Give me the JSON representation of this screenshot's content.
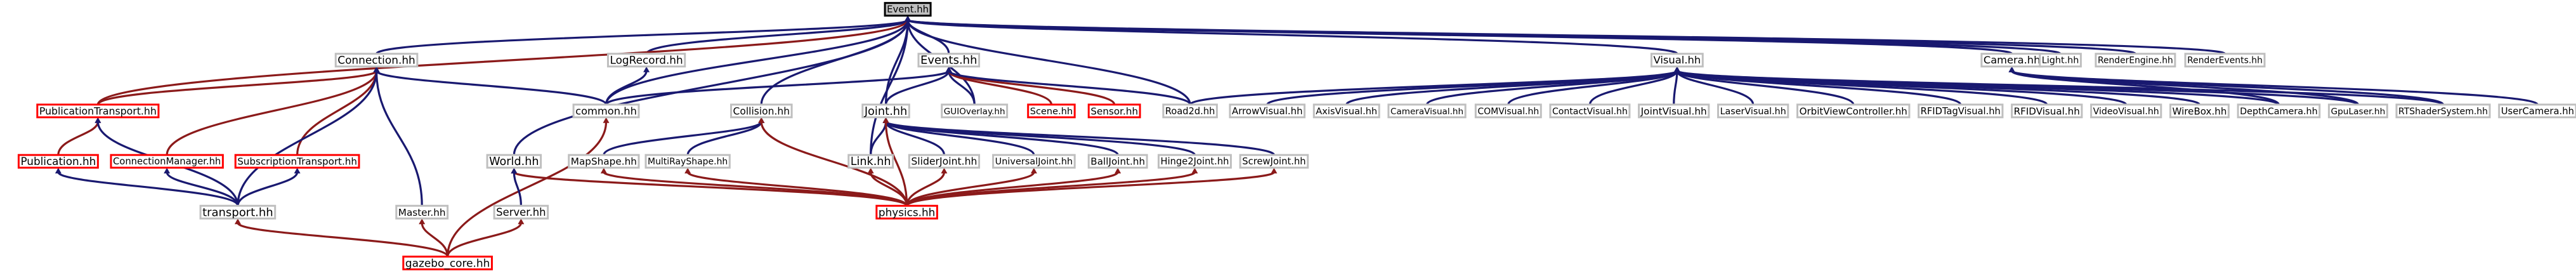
{
  "graph": {
    "root": "Event.hh",
    "colors": {
      "edge_default": "#191970",
      "edge_red": "#8b1a1a",
      "edge_green": "#006400",
      "node_red_border": "#ff0000",
      "node_border": "#bfbfbf",
      "root_fill": "#bfbfbf"
    },
    "nodes": [
      {
        "id": "Event",
        "label": "Event.hh",
        "type": "root"
      },
      {
        "id": "Connection",
        "label": "Connection.hh",
        "type": "normal"
      },
      {
        "id": "LogRecord",
        "label": "LogRecord.hh",
        "type": "normal"
      },
      {
        "id": "Events",
        "label": "Events.hh",
        "type": "normal"
      },
      {
        "id": "Visual",
        "label": "Visual.hh",
        "type": "normal"
      },
      {
        "id": "Camera",
        "label": "Camera.hh",
        "type": "normal"
      },
      {
        "id": "Light",
        "label": "Light.hh",
        "type": "normal"
      },
      {
        "id": "RenderEngine",
        "label": "RenderEngine.hh",
        "type": "normal"
      },
      {
        "id": "RenderEvents",
        "label": "RenderEvents.hh",
        "type": "normal"
      },
      {
        "id": "PublicationTransport",
        "label": "PublicationTransport.hh",
        "type": "red"
      },
      {
        "id": "common",
        "label": "common.hh",
        "type": "normal"
      },
      {
        "id": "Collision",
        "label": "Collision.hh",
        "type": "normal"
      },
      {
        "id": "Joint",
        "label": "Joint.hh",
        "type": "normal"
      },
      {
        "id": "GUIOverlay",
        "label": "GUIOverlay.hh",
        "type": "normal"
      },
      {
        "id": "Scene",
        "label": "Scene.hh",
        "type": "red"
      },
      {
        "id": "Sensor",
        "label": "Sensor.hh",
        "type": "red"
      },
      {
        "id": "Road2d",
        "label": "Road2d.hh",
        "type": "normal"
      },
      {
        "id": "ArrowVisual",
        "label": "ArrowVisual.hh",
        "type": "normal"
      },
      {
        "id": "AxisVisual",
        "label": "AxisVisual.hh",
        "type": "normal"
      },
      {
        "id": "CameraVisual",
        "label": "CameraVisual.hh",
        "type": "normal"
      },
      {
        "id": "COMVisual",
        "label": "COMVisual.hh",
        "type": "normal"
      },
      {
        "id": "ContactVisual",
        "label": "ContactVisual.hh",
        "type": "normal"
      },
      {
        "id": "JointVisual",
        "label": "JointVisual.hh",
        "type": "normal"
      },
      {
        "id": "LaserVisual",
        "label": "LaserVisual.hh",
        "type": "normal"
      },
      {
        "id": "OrbitViewController",
        "label": "OrbitViewController.hh",
        "type": "normal"
      },
      {
        "id": "RFIDTagVisual",
        "label": "RFIDTagVisual.hh",
        "type": "normal"
      },
      {
        "id": "RFIDVisual",
        "label": "RFIDVisual.hh",
        "type": "normal"
      },
      {
        "id": "VideoVisual",
        "label": "VideoVisual.hh",
        "type": "normal"
      },
      {
        "id": "WireBox",
        "label": "WireBox.hh",
        "type": "normal"
      },
      {
        "id": "DepthCamera",
        "label": "DepthCamera.hh",
        "type": "normal"
      },
      {
        "id": "GpuLaser",
        "label": "GpuLaser.hh",
        "type": "normal"
      },
      {
        "id": "RTShaderSystem",
        "label": "RTShaderSystem.hh",
        "type": "normal"
      },
      {
        "id": "UserCamera",
        "label": "UserCamera.hh",
        "type": "normal"
      },
      {
        "id": "Publication",
        "label": "Publication.hh",
        "type": "red"
      },
      {
        "id": "ConnectionManager",
        "label": "ConnectionManager.hh",
        "type": "red"
      },
      {
        "id": "SubscriptionTransport",
        "label": "SubscriptionTransport.hh",
        "type": "red"
      },
      {
        "id": "World",
        "label": "World.hh",
        "type": "normal"
      },
      {
        "id": "MapShape",
        "label": "MapShape.hh",
        "type": "normal"
      },
      {
        "id": "MultiRayShape",
        "label": "MultiRayShape.hh",
        "type": "normal"
      },
      {
        "id": "Link",
        "label": "Link.hh",
        "type": "normal"
      },
      {
        "id": "SliderJoint",
        "label": "SliderJoint.hh",
        "type": "normal"
      },
      {
        "id": "UniversalJoint",
        "label": "UniversalJoint.hh",
        "type": "normal"
      },
      {
        "id": "BallJoint",
        "label": "BallJoint.hh",
        "type": "normal"
      },
      {
        "id": "Hinge2Joint",
        "label": "Hinge2Joint.hh",
        "type": "normal"
      },
      {
        "id": "ScrewJoint",
        "label": "ScrewJoint.hh",
        "type": "normal"
      },
      {
        "id": "transport",
        "label": "transport.hh",
        "type": "normal"
      },
      {
        "id": "Master",
        "label": "Master.hh",
        "type": "normal"
      },
      {
        "id": "Server",
        "label": "Server.hh",
        "type": "normal"
      },
      {
        "id": "physics",
        "label": "physics.hh",
        "type": "red"
      },
      {
        "id": "gazebo_core",
        "label": "gazebo_core.hh",
        "type": "red"
      }
    ],
    "edges": [
      [
        "Event",
        "Connection"
      ],
      [
        "Event",
        "LogRecord"
      ],
      [
        "Event",
        "Events"
      ],
      [
        "Event",
        "Visual"
      ],
      [
        "Event",
        "Camera"
      ],
      [
        "Event",
        "Light"
      ],
      [
        "Event",
        "RenderEngine"
      ],
      [
        "Event",
        "RenderEvents"
      ],
      [
        "Event",
        "PublicationTransport"
      ],
      [
        "Event",
        "common"
      ],
      [
        "Event",
        "Collision"
      ],
      [
        "Event",
        "Joint"
      ],
      [
        "Event",
        "Link"
      ],
      [
        "Event",
        "World"
      ],
      [
        "Event",
        "Road2d"
      ],
      [
        "Event",
        "GUIOverlay"
      ],
      [
        "Connection",
        "PublicationTransport"
      ],
      [
        "Connection",
        "ConnectionManager"
      ],
      [
        "Connection",
        "SubscriptionTransport"
      ],
      [
        "Connection",
        "transport"
      ],
      [
        "Connection",
        "Master"
      ],
      [
        "Connection",
        "common"
      ],
      [
        "LogRecord",
        "common"
      ],
      [
        "Events",
        "Joint"
      ],
      [
        "Events",
        "GUIOverlay"
      ],
      [
        "Events",
        "Scene"
      ],
      [
        "Events",
        "Sensor"
      ],
      [
        "Events",
        "Road2d"
      ],
      [
        "Events",
        "common"
      ],
      [
        "Visual",
        "ArrowVisual"
      ],
      [
        "Visual",
        "AxisVisual"
      ],
      [
        "Visual",
        "CameraVisual"
      ],
      [
        "Visual",
        "COMVisual"
      ],
      [
        "Visual",
        "ContactVisual"
      ],
      [
        "Visual",
        "JointVisual"
      ],
      [
        "Visual",
        "LaserVisual"
      ],
      [
        "Visual",
        "OrbitViewController"
      ],
      [
        "Visual",
        "RFIDTagVisual"
      ],
      [
        "Visual",
        "RFIDVisual"
      ],
      [
        "Visual",
        "VideoVisual"
      ],
      [
        "Visual",
        "WireBox"
      ],
      [
        "Visual",
        "Road2d"
      ],
      [
        "Visual",
        "DepthCamera"
      ],
      [
        "Visual",
        "GpuLaser"
      ],
      [
        "Visual",
        "RTShaderSystem"
      ],
      [
        "Camera",
        "DepthCamera"
      ],
      [
        "Camera",
        "GpuLaser"
      ],
      [
        "Camera",
        "RTShaderSystem"
      ],
      [
        "Camera",
        "UserCamera"
      ],
      [
        "PublicationTransport",
        "Publication"
      ],
      [
        "PublicationTransport",
        "transport"
      ],
      [
        "Publication",
        "transport"
      ],
      [
        "ConnectionManager",
        "transport"
      ],
      [
        "SubscriptionTransport",
        "transport"
      ],
      [
        "common",
        "gazebo_core"
      ],
      [
        "Collision",
        "MapShape"
      ],
      [
        "Collision",
        "MultiRayShape"
      ],
      [
        "Collision",
        "physics"
      ],
      [
        "Joint",
        "Link"
      ],
      [
        "Joint",
        "SliderJoint"
      ],
      [
        "Joint",
        "UniversalJoint"
      ],
      [
        "Joint",
        "BallJoint"
      ],
      [
        "Joint",
        "Hinge2Joint"
      ],
      [
        "Joint",
        "ScrewJoint"
      ],
      [
        "Joint",
        "physics"
      ],
      [
        "World",
        "physics"
      ],
      [
        "World",
        "Server"
      ],
      [
        "MapShape",
        "physics"
      ],
      [
        "MultiRayShape",
        "physics"
      ],
      [
        "Link",
        "physics"
      ],
      [
        "SliderJoint",
        "physics"
      ],
      [
        "UniversalJoint",
        "physics"
      ],
      [
        "BallJoint",
        "physics"
      ],
      [
        "Hinge2Joint",
        "physics"
      ],
      [
        "ScrewJoint",
        "physics"
      ],
      [
        "transport",
        "gazebo_core"
      ],
      [
        "Master",
        "gazebo_core"
      ],
      [
        "Server",
        "gazebo_core"
      ]
    ]
  }
}
